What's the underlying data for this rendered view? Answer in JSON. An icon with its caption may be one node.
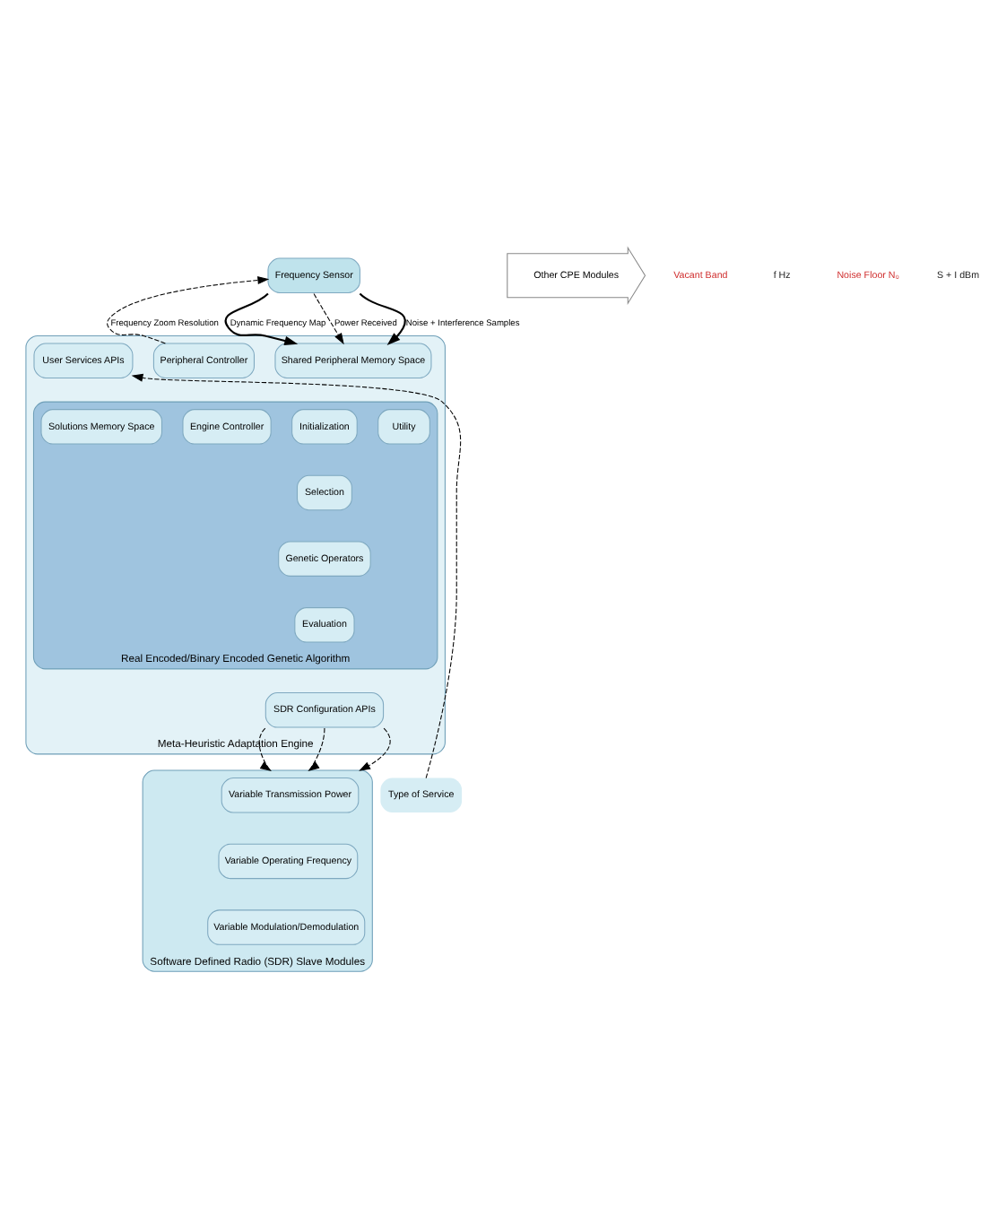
{
  "diagram": {
    "nodes": [
      {
        "text": [
          "Frequency Sensor"
        ]
      },
      {
        "text": [
          "Other CPE Modules"
        ]
      },
      {
        "text": [
          "Meta-Heuristic Adaptation Engine"
        ]
      },
      {
        "text": [
          "Shared Peripheral Memory Space"
        ],
        "in": 2
      },
      {
        "text": [
          "Peripheral Controller"
        ],
        "in": 2
      },
      {
        "text": [
          "Real Encoded/Binary Encoded Genetic Algorithm"
        ],
        "in": 2
      },
      {
        "text": [
          "Engine Controller"
        ],
        "in": 5
      },
      {
        "text": [
          "Initialization"
        ],
        "in": 5
      },
      {
        "text": [
          "Selection"
        ],
        "in": 5
      },
      {
        "text": [
          "Genetic Operators"
        ],
        "in": 5
      },
      {
        "text": [
          "Evaluation"
        ],
        "in": 5
      },
      {
        "text": [
          "Utility"
        ],
        "in": 5
      },
      {
        "text": [
          "Solutions Memory Space"
        ],
        "in": 5
      },
      {
        "text": [
          "SDR Configuration APIs"
        ],
        "in": 2
      },
      {
        "text": [
          "User Services APIs"
        ],
        "in": 2
      },
      {
        "text": [
          "Software Defined Radio (SDR) Slave Modules"
        ]
      },
      {
        "text": [
          "Variable Transmission Power"
        ],
        "in": 15
      },
      {
        "text": [
          "Variable Operating Frequency"
        ],
        "in": 15
      },
      {
        "text": [
          "Variable Modulation/Demodulation"
        ],
        "in": 15
      },
      {
        "text": [
          "Type of Service"
        ]
      }
    ],
    "edges": [
      {
        "from": 4,
        "to": 0,
        "arrow": "to",
        "label": "Frequency Zoom Resolution",
        "style": "dashed"
      },
      {
        "from": 0,
        "to": 3,
        "arrow": "to",
        "label": "Dynamic Frequency Map"
      },
      {
        "from": 0,
        "to": 3,
        "arrow": "to",
        "label": "Power Received",
        "style": "dashed"
      },
      {
        "from": 0,
        "to": 3,
        "arrow": "to",
        "label": "Noise + Interference Samples"
      },
      {
        "from": 13,
        "to": 15,
        "arrow": "to",
        "style": "dashed"
      },
      {
        "from": 13,
        "to": 15,
        "arrow": "to",
        "style": "dashed"
      },
      {
        "from": 13,
        "to": 15,
        "arrow": "to",
        "style": "dashed"
      },
      {
        "from": 19,
        "to": 14,
        "arrow": "to",
        "style": "dashed"
      }
    ],
    "labels": [
      "Vacant Band",
      "f Hz",
      "Noise Floor N₀",
      "S + I dBm"
    ]
  }
}
